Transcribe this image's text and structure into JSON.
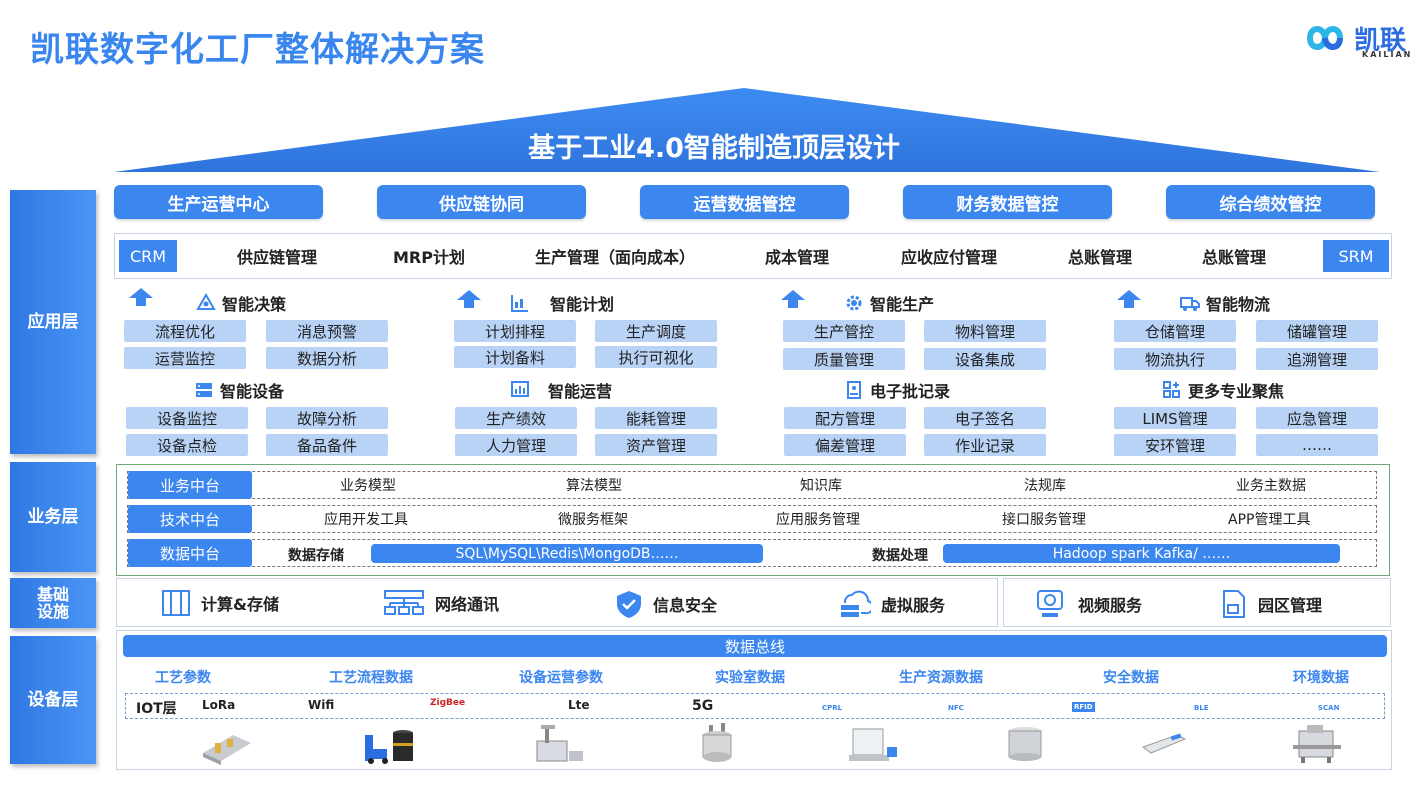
{
  "title": "凯联数字化工厂整体解决方案",
  "logo": {
    "cn": "凯联",
    "en": "KAILIAN"
  },
  "roof": "基于工业4.0智能制造顶层设计",
  "layers": [
    "应用层",
    "业务层",
    "基础\n设施",
    "设备层"
  ],
  "top_buttons": [
    "生产运营中心",
    "供应链协同",
    "运营数据管控",
    "财务数据管控",
    "综合绩效管控"
  ],
  "modules": {
    "left_box": "CRM",
    "items": [
      "供应链管理",
      "MRP计划",
      "生产管理（面向成本）",
      "成本管理",
      "应收应付管理",
      "总账管理",
      "总账管理"
    ],
    "right_box": "SRM"
  },
  "groups": [
    {
      "title": "智能决策",
      "chips": [
        "流程优化",
        "消息预警",
        "运营监控",
        "数据分析"
      ]
    },
    {
      "title": "智能计划",
      "chips": [
        "计划排程",
        "生产调度",
        "计划备料",
        "执行可视化"
      ]
    },
    {
      "title": "智能生产",
      "chips": [
        "生产管控",
        "物料管理",
        "质量管理",
        "设备集成"
      ]
    },
    {
      "title": "智能物流",
      "chips": [
        "仓储管理",
        "储罐管理",
        "物流执行",
        "追溯管理"
      ]
    },
    {
      "title": "智能设备",
      "chips": [
        "设备监控",
        "故障分析",
        "设备点检",
        "备品备件"
      ]
    },
    {
      "title": "智能运营",
      "chips": [
        "生产绩效",
        "能耗管理",
        "人力管理",
        "资产管理"
      ]
    },
    {
      "title": "电子批记录",
      "chips": [
        "配方管理",
        "电子签名",
        "偏差管理",
        "作业记录"
      ]
    },
    {
      "title": "更多专业聚焦",
      "chips": [
        "LIMS管理",
        "应急管理",
        "安环管理",
        "……"
      ]
    }
  ],
  "business": {
    "rows": [
      {
        "label": "业务中台",
        "items": [
          "业务模型",
          "算法模型",
          "知识库",
          "法规库",
          "业务主数据"
        ]
      },
      {
        "label": "技术中台",
        "items": [
          "应用开发工具",
          "微服务框架",
          "应用服务管理",
          "接口服务管理",
          "APP管理工具"
        ]
      }
    ],
    "data_row": {
      "label": "数据中台",
      "storage_label": "数据存储",
      "storage_value": "SQL\\MySQL\\Redis\\MongoDB……",
      "process_label": "数据处理",
      "process_value": "Hadoop   spark   Kafka/ ……"
    }
  },
  "infra": [
    "计算&存储",
    "网络通讯",
    "信息安全",
    "虚拟服务",
    "视频服务",
    "园区管理"
  ],
  "device": {
    "bus": "数据总线",
    "categories": [
      "工艺参数",
      "工艺流程数据",
      "设备运营参数",
      "实验室数据",
      "生产资源数据",
      "安全数据",
      "环境数据"
    ],
    "iot_label": "IOT层",
    "iot_protocols": [
      "LoRa",
      "Wifi",
      "ZigBee",
      "Lte",
      "5G",
      "CPRL",
      "NFC",
      "RFID",
      "BLE",
      "SCAN"
    ]
  },
  "colors": {
    "accent": "#3b86ef",
    "chip": "#b9d3f7"
  }
}
